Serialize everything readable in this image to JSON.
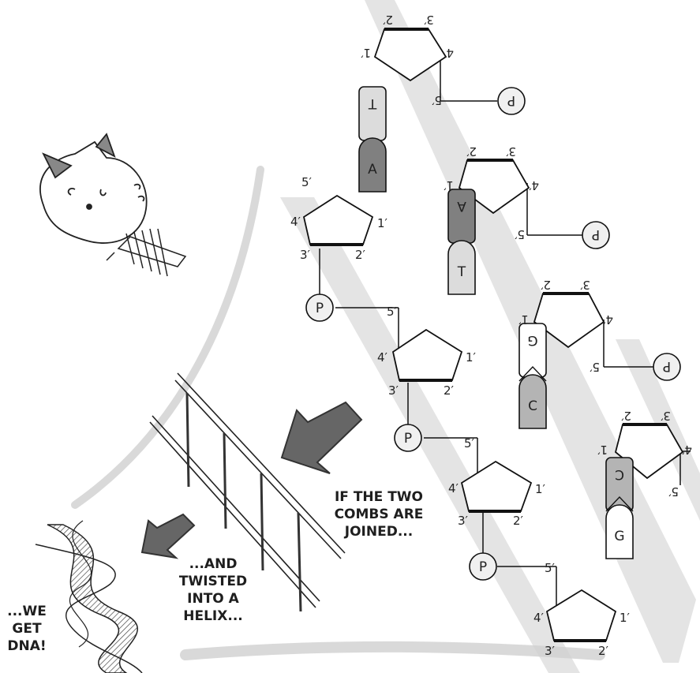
{
  "captions": {
    "combs_joined": [
      "IF THE TWO",
      "COMBS ARE",
      "JOINED..."
    ],
    "twisted": [
      "...AND",
      "TWISTED",
      "INTO A",
      "HELIX..."
    ],
    "result": [
      "...WE",
      "GET",
      "DNA!"
    ]
  },
  "colors": {
    "backbone_band": "#e4e4e4",
    "sugar_stroke": "#111111",
    "base_light": "#dcdcdc",
    "base_dark": "#808080",
    "base_c": "#b4b4b4",
    "arrow": "#666666",
    "phosphate_fill": "#f0f0f0"
  },
  "left_strand": {
    "carbon_labels": [
      "1′",
      "2′",
      "3′",
      "4′",
      "5′"
    ],
    "phosphate_label": "P",
    "nucleotides": [
      {
        "base": "A",
        "color": "dark",
        "shape": "round"
      },
      {
        "base": "T",
        "color": "light",
        "shape": "round"
      },
      {
        "base": "C",
        "color": "c",
        "shape": "notch"
      },
      {
        "base": "G",
        "color": "white",
        "shape": "point"
      }
    ]
  },
  "right_strand": {
    "carbon_labels": [
      "1′",
      "2′",
      "3′",
      "4′",
      "5′"
    ],
    "phosphate_label": "P",
    "nucleotides": [
      {
        "base": "T",
        "color": "light",
        "shape": "slot"
      },
      {
        "base": "A",
        "color": "dark",
        "shape": "slot"
      },
      {
        "base": "G",
        "color": "white",
        "shape": "notch"
      },
      {
        "base": "C",
        "color": "c",
        "shape": "point"
      }
    ]
  },
  "icons": [
    "cat-icon",
    "comb-icon",
    "ladder-icon",
    "double-helix-icon",
    "arrow-icon"
  ]
}
